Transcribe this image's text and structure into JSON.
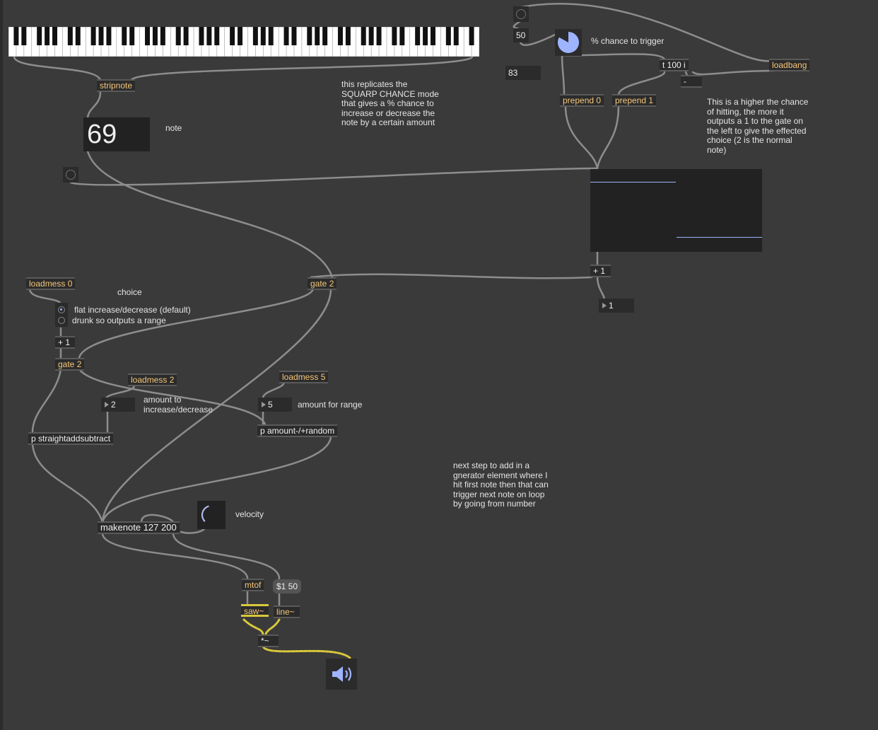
{
  "objects": {
    "stripnote": "stripnote",
    "loadmess_choice": "loadmess 0",
    "gate_left": "gate 2",
    "gate_mid": "gate 2",
    "plus1_left": "+ 1",
    "loadmess_amount": "loadmess 2",
    "loadmess_range": "loadmess 5",
    "p_straight": "p straightaddsubtract",
    "p_random": "p amount-/+random",
    "makenote": "makenote 127 200",
    "mtof": "mtof",
    "saw": "saw~",
    "line": "line~",
    "times": "*~",
    "prepend0": "prepend 0",
    "prepend1": "prepend 1",
    "trigger": "t 100 i",
    "minus": "-",
    "loadbang": "loadbang",
    "plus1_right": "+ 1"
  },
  "messages": {
    "freq_msg": "$1 50"
  },
  "numbers": {
    "note_display": "69",
    "chance_top": "50",
    "chance_value": "83",
    "amount": "2",
    "range": "5",
    "gate_out": "1"
  },
  "comments": {
    "note": "note",
    "description": "this replicates the\nSQUARP CHANCE mode\nthat gives a % chance to\nincrease or decrease the\nnote by a certain amount",
    "chance_label": "% chance to trigger",
    "higher_chance": "This is a higher the chance\nof hitting, the more it\noutputs a 1 to the gate on\nthe left to give the effected\nchoice (2 is the normal\nnote)",
    "choice": "choice",
    "amount_label": "amount to\nincrease/decrease",
    "range_label": "amount for range",
    "next_step": "next step to add in a\ngnerator element where I\nhit first note then that can\ntrigger next note on loop\nby going from number",
    "velocity": "velocity"
  },
  "radio": {
    "options": [
      "flat increase/decrease (default)",
      "drunk so outputs a range"
    ],
    "selected": 0
  },
  "dial_level": 0.25,
  "pie_chance": 0.83,
  "colors": {
    "background": "#3a3a3a",
    "object": "#2b2b2b",
    "object_text": "#f5c77a",
    "signal_cord": "#d8c83c",
    "accent": "#9fb4ff"
  }
}
